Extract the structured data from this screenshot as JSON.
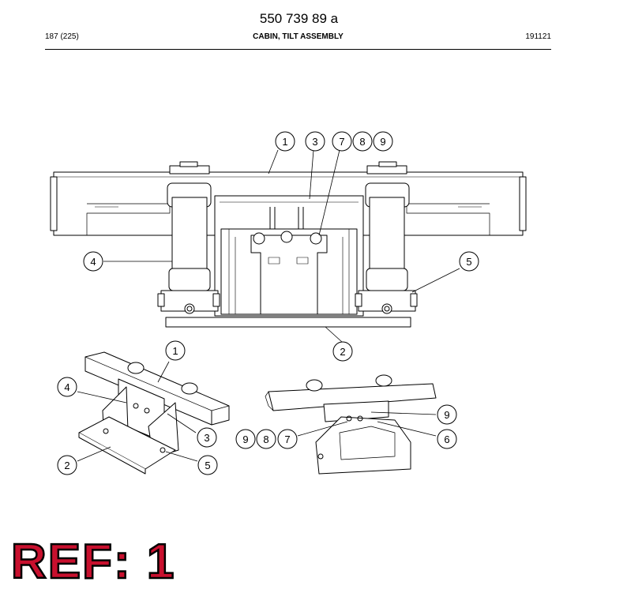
{
  "header": {
    "doc_number": "550 739 89 a",
    "page_ref": "187 (225)",
    "section_title": "CABIN, TILT ASSEMBLY",
    "revision_date": "191121"
  },
  "callouts": {
    "main_view": [
      "1",
      "3",
      "7",
      "8",
      "9",
      "4",
      "5",
      "2"
    ],
    "left_view": [
      "1",
      "4",
      "3",
      "2",
      "5"
    ],
    "right_view": [
      "9",
      "9",
      "8",
      "7",
      "6"
    ]
  },
  "reference": {
    "label": "REF: 1"
  },
  "colors": {
    "line": "#000000",
    "ref_fill": "#c8102e",
    "background": "#ffffff"
  }
}
